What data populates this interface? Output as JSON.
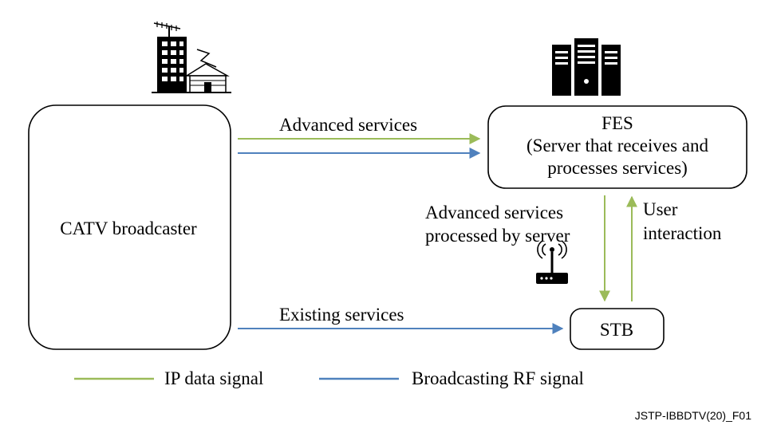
{
  "colors": {
    "ip_signal": "#9bbb59",
    "rf_signal": "#4f81bd",
    "stroke": "#000000",
    "background": "#ffffff"
  },
  "nodes": {
    "broadcaster": {
      "label": "CATV broadcaster",
      "icon": "building-antenna-house-icon"
    },
    "fes": {
      "title": "FES",
      "line1": "(Server that receives and",
      "line2": "processes services)",
      "icon": "server-rack-icon"
    },
    "stb": {
      "label": "STB",
      "icon": "wireless-router-icon"
    }
  },
  "edges": {
    "advanced": {
      "label": "Advanced services"
    },
    "processed": {
      "line1": "Advanced services",
      "line2": "processed by server"
    },
    "interaction": {
      "line1": "User",
      "line2": "interaction"
    },
    "existing": {
      "label": "Existing services"
    }
  },
  "legend": {
    "ip": "IP data signal",
    "rf": "Broadcasting RF signal"
  },
  "figure_id": "JSTP-IBBDTV(20)_F01"
}
